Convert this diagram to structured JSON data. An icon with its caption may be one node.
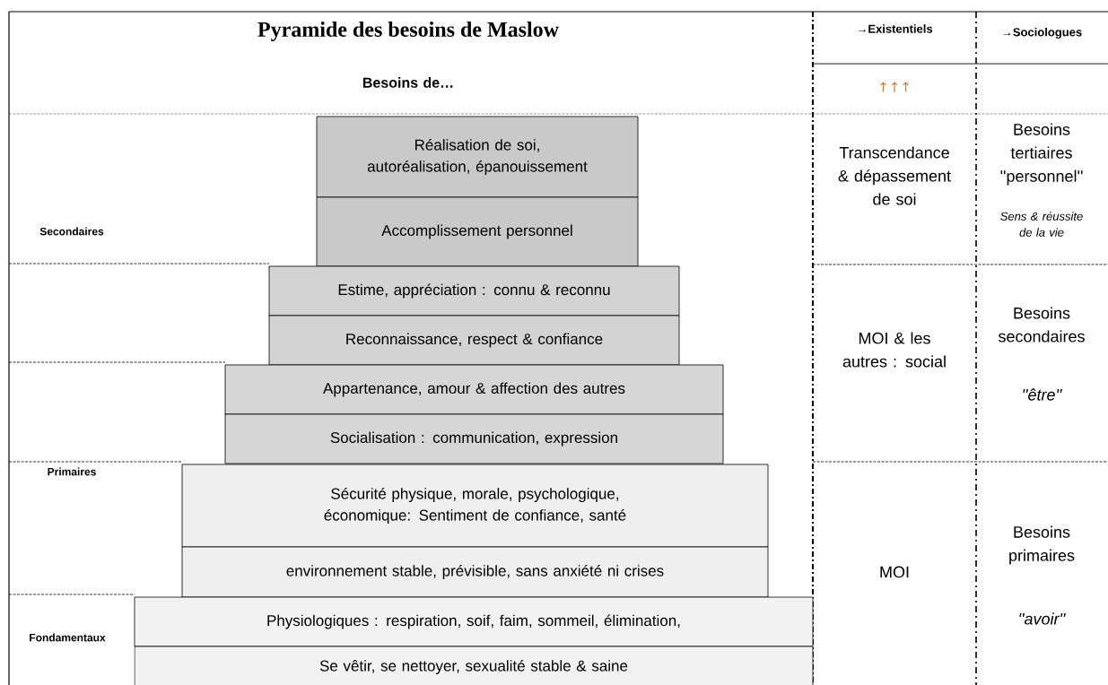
{
  "diagram": {
    "title": "Pyramide des besoins de Maslow",
    "nodes": [
      {
        "text": [
          "Réalisation de soi, autoréalisation, épanouissement"
        ]
      },
      {
        "text": [
          "Accomplissement personnel"
        ]
      },
      {
        "text": [
          "Estime, appréciation : connu & reconnu"
        ]
      },
      {
        "text": [
          "Reconnaissance, respect & confiance"
        ]
      },
      {
        "text": [
          "Appartenance, amour & affection des autres"
        ]
      },
      {
        "text": [
          "Socialisation : communication, expression"
        ]
      },
      {
        "text": [
          "Sécurité physique, morale, psychologique, économique: Sentiment de confiance, santé"
        ]
      },
      {
        "text": [
          "environnement stable, prévisible, sans anxiété ni crises"
        ]
      },
      {
        "text": [
          "Physiologiques : respiration, soif, faim, sommeil, élimination,"
        ]
      },
      {
        "text": [
          "Se vêtir, se nettoyer,  sexualité stable & saine"
        ]
      }
    ],
    "labels": [
      "→Existentiels",
      "→Sociologues",
      "Besoins de…",
      "↑↑↑",
      "Transcendance & dépassement de soi",
      "Besoins tertiaires ''personnel''",
      "Sens & réussite de la vie",
      "Secondaires",
      "MOI & les autres : social",
      "Besoins secondaires",
      "''être''",
      "Primaires",
      "MOI",
      "Besoins primaires",
      "''avoir''",
      "Fondamentaux"
    ]
  }
}
